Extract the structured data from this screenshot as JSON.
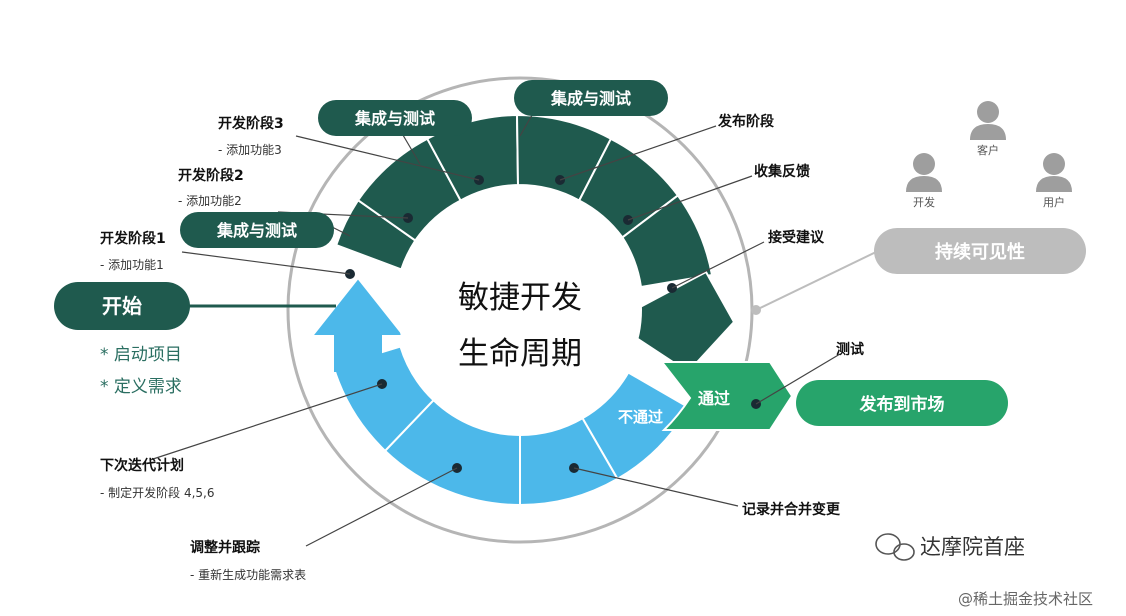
{
  "center": {
    "line1": "敏捷开发",
    "line2": "生命周期"
  },
  "start": {
    "label": "开始",
    "notes": [
      "* 启动项目",
      "* 定义需求"
    ]
  },
  "integration": {
    "label": "集成与测试"
  },
  "dev_phases": [
    {
      "title": "开发阶段1",
      "sub": "- 添加功能1"
    },
    {
      "title": "开发阶段2",
      "sub": "- 添加功能2"
    },
    {
      "title": "开发阶段3",
      "sub": "- 添加功能3"
    }
  ],
  "right_steps": {
    "release": "发布阶段",
    "feedback": "收集反馈",
    "accept": "接受建议"
  },
  "test": {
    "label": "测试",
    "pass": "通过",
    "fail": "不通过"
  },
  "market": {
    "label": "发布到市场"
  },
  "visibility": {
    "label": "持续可见性",
    "customer": "客户",
    "dev": "开发",
    "user": "用户"
  },
  "lower_steps": {
    "next_plan": {
      "title": "下次迭代计划",
      "sub": "- 制定开发阶段 4,5,6"
    },
    "adjust": {
      "title": "调整并跟踪",
      "sub": "- 重新生成功能需求表"
    },
    "record": {
      "title": "记录并合并变更"
    }
  },
  "watermark": {
    "brand": "达摩院首座",
    "site": "@稀土掘金技术社区"
  },
  "colors": {
    "dark_green": "#1f5a4e",
    "light_blue": "#4cb8ea",
    "green": "#27a46b",
    "gray": "#bdbdbd"
  }
}
